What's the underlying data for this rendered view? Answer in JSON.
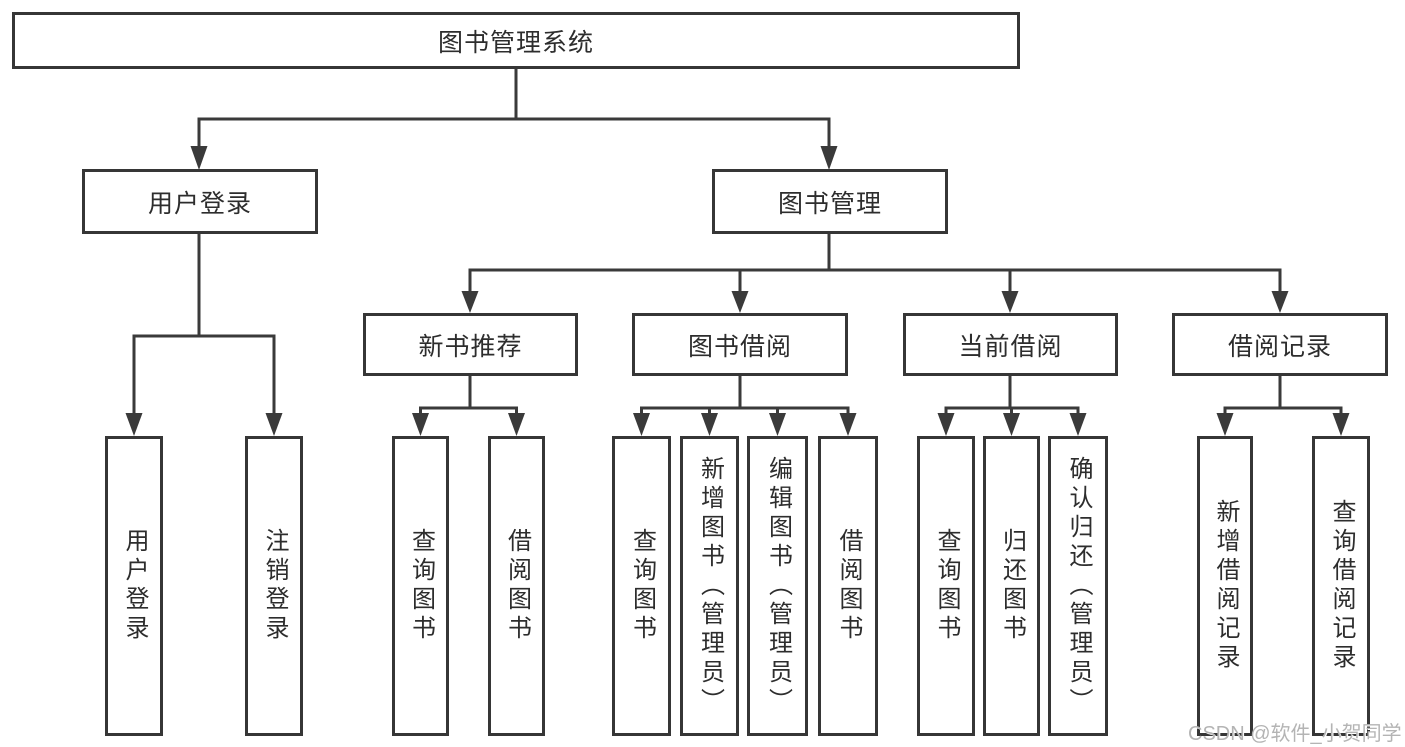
{
  "colors": {
    "line": "#3a3a3a",
    "box_border": "#363636",
    "box_fill": "#ffffff",
    "text": "#2d2d2d",
    "watermark": "#b4b4b4"
  },
  "diagram": {
    "type": "tree",
    "root": {
      "label": "图书管理系统"
    },
    "level2": [
      {
        "label": "用户登录",
        "leaves": [
          "用户登录",
          "注销登录"
        ]
      },
      {
        "label": "图书管理",
        "sections": [
          {
            "label": "新书推荐",
            "leaves": [
              "查询图书",
              "借阅图书"
            ]
          },
          {
            "label": "图书借阅",
            "leaves": [
              "查询图书",
              "新增图书（管理员）",
              "编辑图书（管理员）",
              "借阅图书"
            ]
          },
          {
            "label": "当前借阅",
            "leaves": [
              "查询图书",
              "归还图书",
              "确认归还（管理员）"
            ]
          },
          {
            "label": "借阅记录",
            "leaves": [
              "新增借阅记录",
              "查询借阅记录"
            ]
          }
        ]
      }
    ]
  },
  "watermark": "CSDN @软件_小贺同学"
}
